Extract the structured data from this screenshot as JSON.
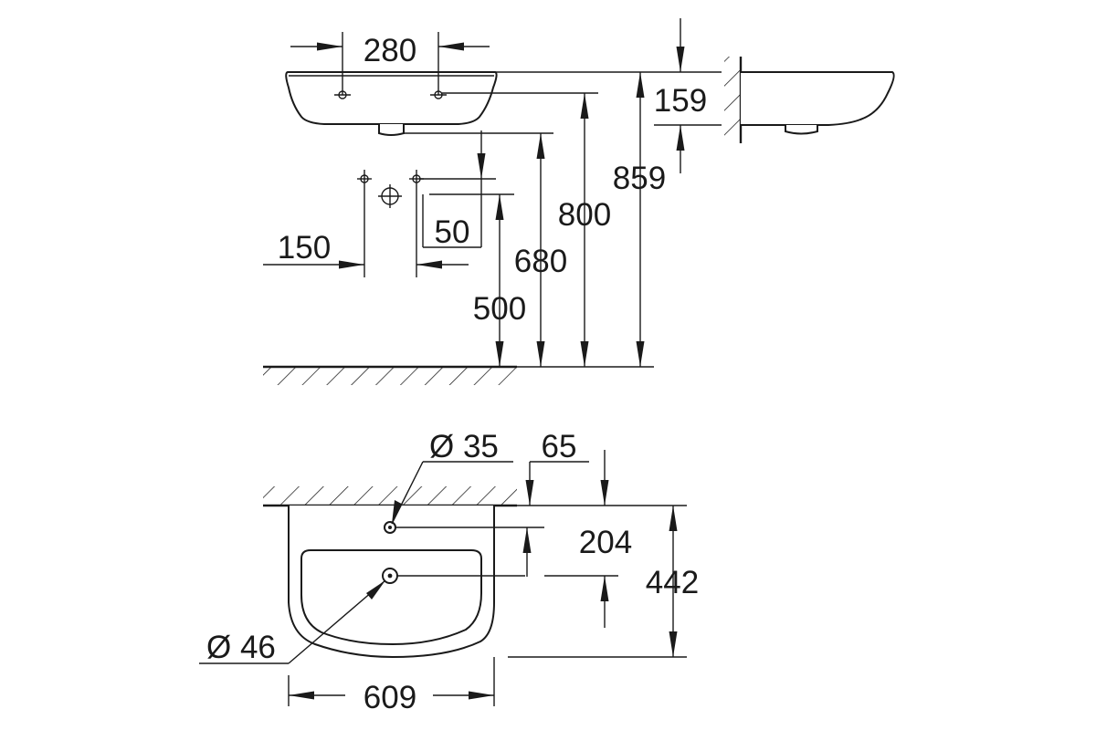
{
  "dimensions": {
    "d280": "280",
    "d159": "159",
    "d859": "859",
    "d800": "800",
    "d680": "680",
    "d500": "500",
    "d150": "150",
    "d50": "50",
    "d35": "Ø 35",
    "d65": "65",
    "d204": "204",
    "d442": "442",
    "d46": "Ø 46",
    "d609": "609"
  }
}
